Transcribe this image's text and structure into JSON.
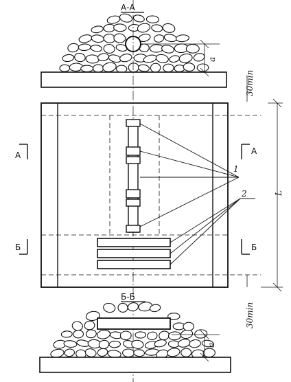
{
  "labels": {
    "section_aa": "А-А",
    "section_bb": "Б-Б",
    "section_mark_a": "А",
    "section_mark_b": "Б",
    "callout_1": "1",
    "callout_2": "2",
    "dim_length": "L",
    "dim_height": "a",
    "dim_min": "30min"
  },
  "colors": {
    "line": "#111111",
    "paper": "#ffffff"
  }
}
